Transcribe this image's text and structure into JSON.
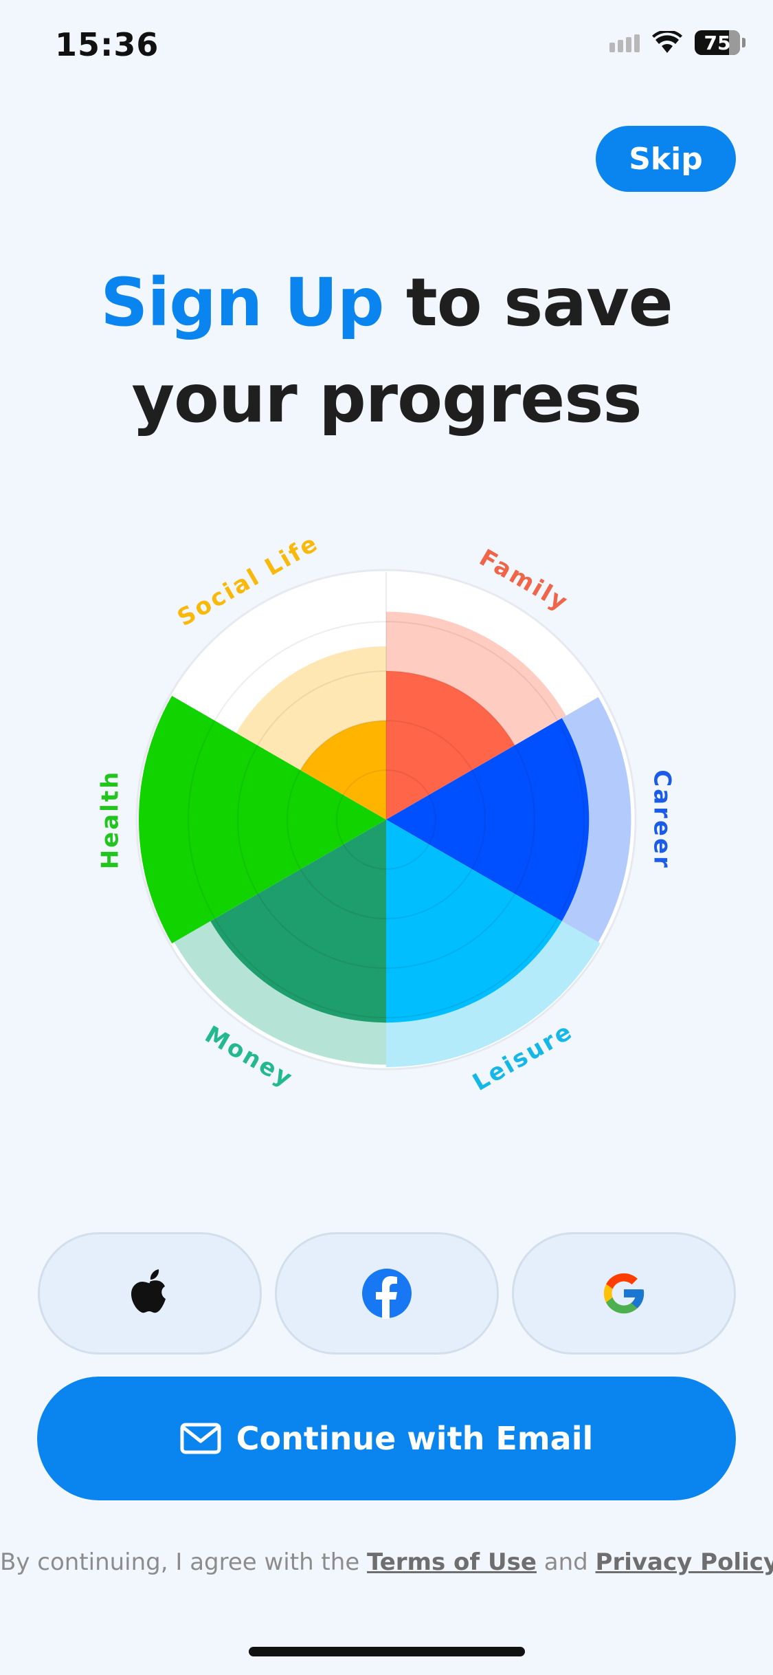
{
  "status_bar": {
    "time": "15:36",
    "battery": "75"
  },
  "header": {
    "skip_label": "Skip"
  },
  "headline": {
    "accent": "Sign Up",
    "rest_line1": " to save",
    "line2": "your progress"
  },
  "wheel": {
    "segments": [
      {
        "label": "Family",
        "color": "#FF6548",
        "light_color": "#FFCCC2",
        "label_color": "#F06449",
        "inner": 0.6,
        "outer": 0.84
      },
      {
        "label": "Career",
        "color": "#0050FF",
        "light_color": "#B3CAFC",
        "label_color": "#1A5BE8",
        "inner": 0.82,
        "outer": 0.99
      },
      {
        "label": "Leisure",
        "color": "#00BEFF",
        "light_color": "#B3EBFB",
        "label_color": "#15B6E8",
        "inner": 0.82,
        "outer": 1.0
      },
      {
        "label": "Money",
        "color": "#1E9E6C",
        "light_color": "#B5E4D6",
        "label_color": "#23B98C",
        "inner": 0.82,
        "outer": 0.99
      },
      {
        "label": "Health",
        "color": "#11D300",
        "light_color": "#BDF1B4",
        "label_color": "#22C41E",
        "inner": 1.0,
        "outer": 1.0
      },
      {
        "label": "Social Life",
        "color": "#FFB400",
        "light_color": "#FFE7B4",
        "label_color": "#F9B90A",
        "inner": 0.4,
        "outer": 0.7
      }
    ]
  },
  "auth": {
    "apple_icon": "apple-logo-icon",
    "facebook_icon": "facebook-logo-icon",
    "google_icon": "google-logo-icon",
    "email_icon": "envelope-icon",
    "email_label": "Continue with Email"
  },
  "legal": {
    "prefix": "By continuing, I agree with the ",
    "terms": "Terms of Use",
    "and": " and ",
    "privacy": "Privacy Policy"
  },
  "colors": {
    "accent": "#0A84EE",
    "background": "#F2F7FD"
  }
}
